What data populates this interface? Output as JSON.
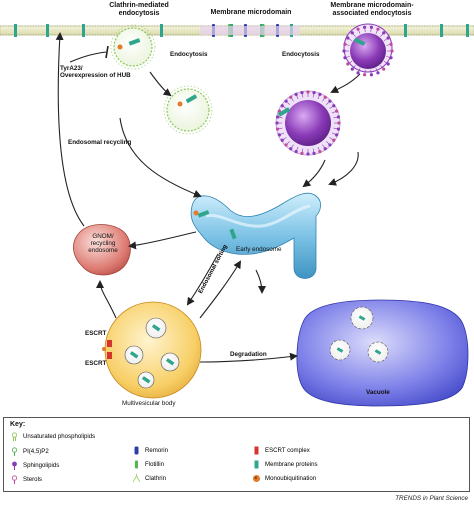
{
  "labels": {
    "clathrin_mediated_endocytosis": "Clathrin-mediated\nendocytosis",
    "membrane_microdomain": "Membrane microdomain",
    "microdomain_associated_endocytosis": "Membrane microdomain-\nassociated endocytosis",
    "endocytosis_left": "Endocytosis",
    "endocytosis_right": "Endocytosis",
    "tyra23": "TyrA23/\nOverexpression of HUB",
    "endosomal_recycling": "Endosomal recycling",
    "gnom": "GNOM/\nrecycling\nendosome",
    "early_endosome": "Early endosome",
    "endosomal_sorting": "Endosomal sorting",
    "escrt_top": "ESCRT",
    "escrt_bottom": "ESCRT",
    "multivesicular_body": "Multivesicular body",
    "degradation": "Degradation",
    "vacuole": "Vacuole"
  },
  "key": {
    "title": "Key:",
    "items": [
      {
        "label": "Unsaturated phospholipids",
        "icon": "unsaturated-phospholipid-icon"
      },
      {
        "label": "PI(4,5)P2",
        "icon": "pi45p2-icon"
      },
      {
        "label": "Sphingolipids",
        "icon": "sphingolipid-icon"
      },
      {
        "label": "Sterols",
        "icon": "sterol-icon"
      },
      {
        "label": "Remorin",
        "icon": "remorin-icon"
      },
      {
        "label": "Flotillin",
        "icon": "flotillin-icon"
      },
      {
        "label": "Clathrin",
        "icon": "clathrin-icon"
      },
      {
        "label": "ESCRT complex",
        "icon": "escrt-complex-icon"
      },
      {
        "label": "Membrane proteins",
        "icon": "membrane-protein-icon"
      },
      {
        "label": "Monoubiquitination",
        "icon": "monoubiquitination-icon"
      }
    ]
  },
  "footer": "TRENDS in Plant Science",
  "colors": {
    "membrane": "#e6e6c0",
    "clathrin": "#9fd36a",
    "lipid_raft": "#8a3bb7",
    "early_endosome": "#7dc3e6",
    "gnom": "#d86a64",
    "mvb": "#f4c24f",
    "vacuole": "#4a4fd8",
    "membrane_protein": "#2fa58d"
  }
}
